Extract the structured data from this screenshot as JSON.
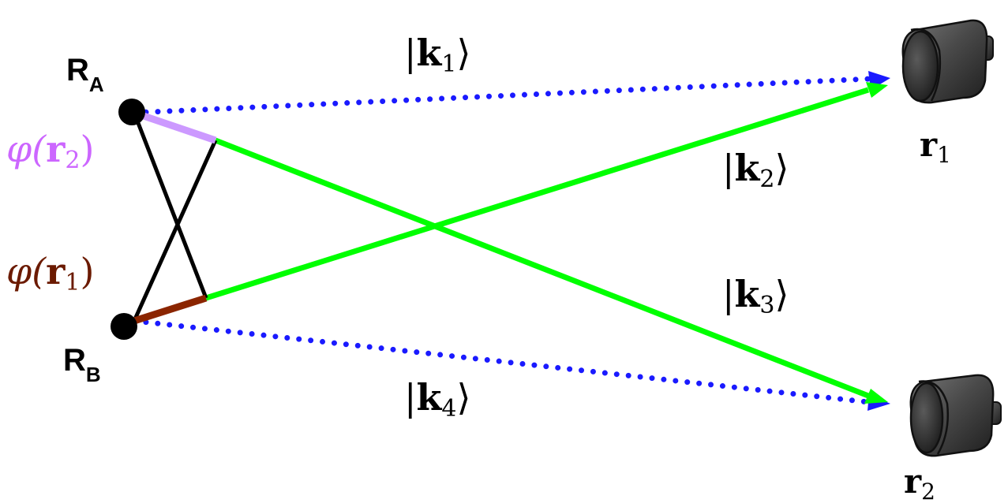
{
  "colors": {
    "dotted_path": "#1a1aff",
    "solid_path": "#00ff00",
    "phi_r2": "#cc99ff",
    "phi_r1": "#8b2500",
    "source_dot": "#000000",
    "cross_lines": "#000000",
    "detector_body": "#4a4a4a"
  },
  "sources": {
    "a": {
      "letter": "R",
      "subscript": "A"
    },
    "b": {
      "letter": "R",
      "subscript": "B"
    }
  },
  "phases": {
    "phi_r2": {
      "func": "φ(",
      "arg": "r",
      "sub": "2",
      "close": ")"
    },
    "phi_r1": {
      "func": "φ(",
      "arg": "r",
      "sub": "1",
      "close": ")"
    }
  },
  "kets": {
    "k1": {
      "open": "|",
      "symbol": "k",
      "sub": "1",
      "close": "⟩"
    },
    "k2": {
      "open": "|",
      "symbol": "k",
      "sub": "2",
      "close": "⟩"
    },
    "k3": {
      "open": "|",
      "symbol": "k",
      "sub": "3",
      "close": "⟩"
    },
    "k4": {
      "open": "|",
      "symbol": "k",
      "sub": "4",
      "close": "⟩"
    }
  },
  "detectors": {
    "d1": {
      "symbol": "r",
      "sub": "1",
      "icon": "detector-icon"
    },
    "d2": {
      "symbol": "r",
      "sub": "2",
      "icon": "detector-icon"
    }
  }
}
